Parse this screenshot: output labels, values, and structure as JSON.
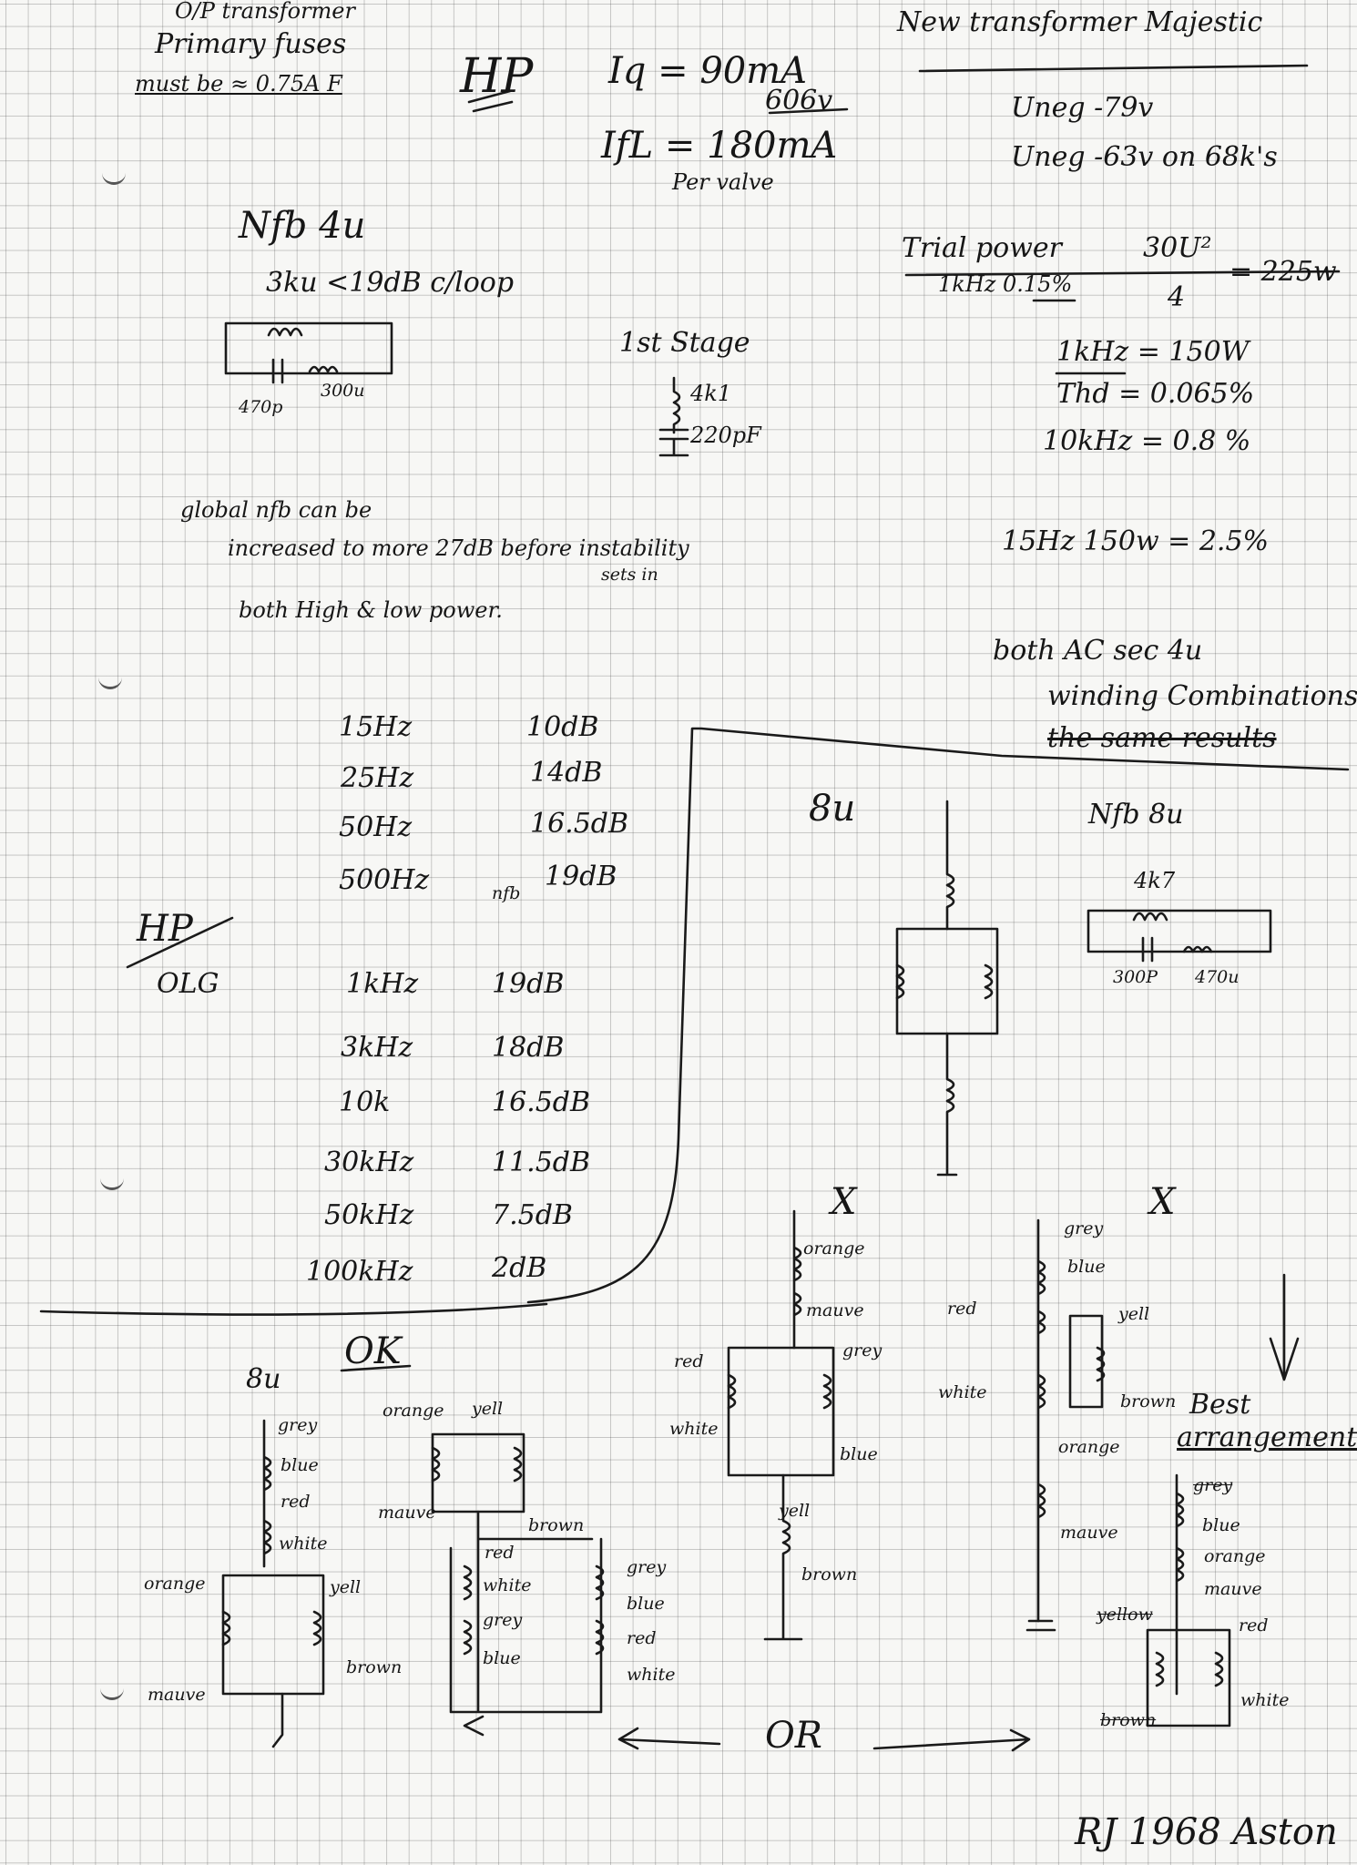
{
  "header_left": {
    "line1": "O/P transformer",
    "line2": "Primary fuses",
    "line3": "must be ≈ 0.75A F",
    "hp": "HP"
  },
  "bias": {
    "iq": "Iq = 90mA",
    "volts": "606v",
    "ifl": "IfL = 180mA",
    "per_valve": "Per valve"
  },
  "majestic": {
    "title": "New transformer Majestic",
    "uneg1": "Uneg  -79v",
    "uneg2": "Uneg  -63v on 68k's"
  },
  "power": {
    "trial": "Trial power",
    "formula_num": "30U²",
    "formula_den": "4",
    "formula_res": "= 225w",
    "khz_thd": "1kHz  0.15%",
    "p1k": "1kHz  = 150W",
    "thd": "Thd  = 0.065%",
    "p10k": "10kHz  =  0.8 %",
    "p15": "15Hz   150w  =  2.5%"
  },
  "nfb4": {
    "title": "Nfb 4u",
    "line": "3ku  <19dB c/loop",
    "r": "300u",
    "c": "470p"
  },
  "stage1": {
    "title": "1st Stage",
    "r": "4k1",
    "c": "220pF"
  },
  "global": {
    "line1": "global nfb can be",
    "line2": "increased to more 27dB before instability",
    "line3": "sets in",
    "line4": "both High & low power."
  },
  "note_ac": {
    "line1": "both AC sec 4u",
    "line2": "winding Combinations",
    "line3": "the same results"
  },
  "olg": {
    "hp": "HP",
    "olg": "OLG",
    "nfb": "nfb",
    "rows": [
      {
        "f": "15Hz",
        "v": "10dB"
      },
      {
        "f": "25Hz",
        "v": "14dB"
      },
      {
        "f": "50Hz",
        "v": "16.5dB"
      },
      {
        "f": "500Hz",
        "v": "19dB"
      },
      {
        "f": "1kHz",
        "v": "19dB"
      },
      {
        "f": "3kHz",
        "v": "18dB"
      },
      {
        "f": "10k",
        "v": "16.5dB"
      },
      {
        "f": "30kHz",
        "v": "11.5dB"
      },
      {
        "f": "50kHz",
        "v": "7.5dB"
      },
      {
        "f": "100kHz",
        "v": "2dB"
      }
    ]
  },
  "nfb8": {
    "eight": "8u",
    "title": "Nfb 8u",
    "r_top": "4k7",
    "c": "300P",
    "r": "470u"
  },
  "bottom": {
    "ok": "OK",
    "d1": {
      "eight": "8u",
      "grey": "grey",
      "blue": "blue",
      "red": "red",
      "white": "white",
      "orange": "orange",
      "yell": "yell",
      "mauve": "mauve",
      "brown": "brown"
    },
    "d2": {
      "orange": "orange",
      "yell": "yell",
      "mauve": "mauve",
      "brown": "brown",
      "red": "red",
      "white": "white",
      "grey": "grey",
      "blue": "blue",
      "grey2": "grey",
      "blue2": "blue",
      "red2": "red",
      "white2": "white"
    },
    "d3": {
      "x": "X",
      "orange": "orange",
      "mauve": "mauve",
      "red": "red",
      "white": "white",
      "grey": "grey",
      "blue": "blue",
      "yell": "yell",
      "brown": "brown"
    },
    "d4": {
      "x": "X",
      "grey": "grey",
      "blue": "blue",
      "red": "red",
      "white": "white",
      "yell": "yell",
      "brown": "brown",
      "orange": "orange",
      "mauve": "mauve"
    },
    "d5": {
      "best1": "Best",
      "best2": "arrangement",
      "grey": "grey",
      "blue": "blue",
      "orange": "orange",
      "mauve": "mauve",
      "yellow": "yellow",
      "red": "red",
      "white": "white",
      "brown": "brown"
    },
    "or": "OR"
  },
  "signature": "RJ 1968 Aston"
}
